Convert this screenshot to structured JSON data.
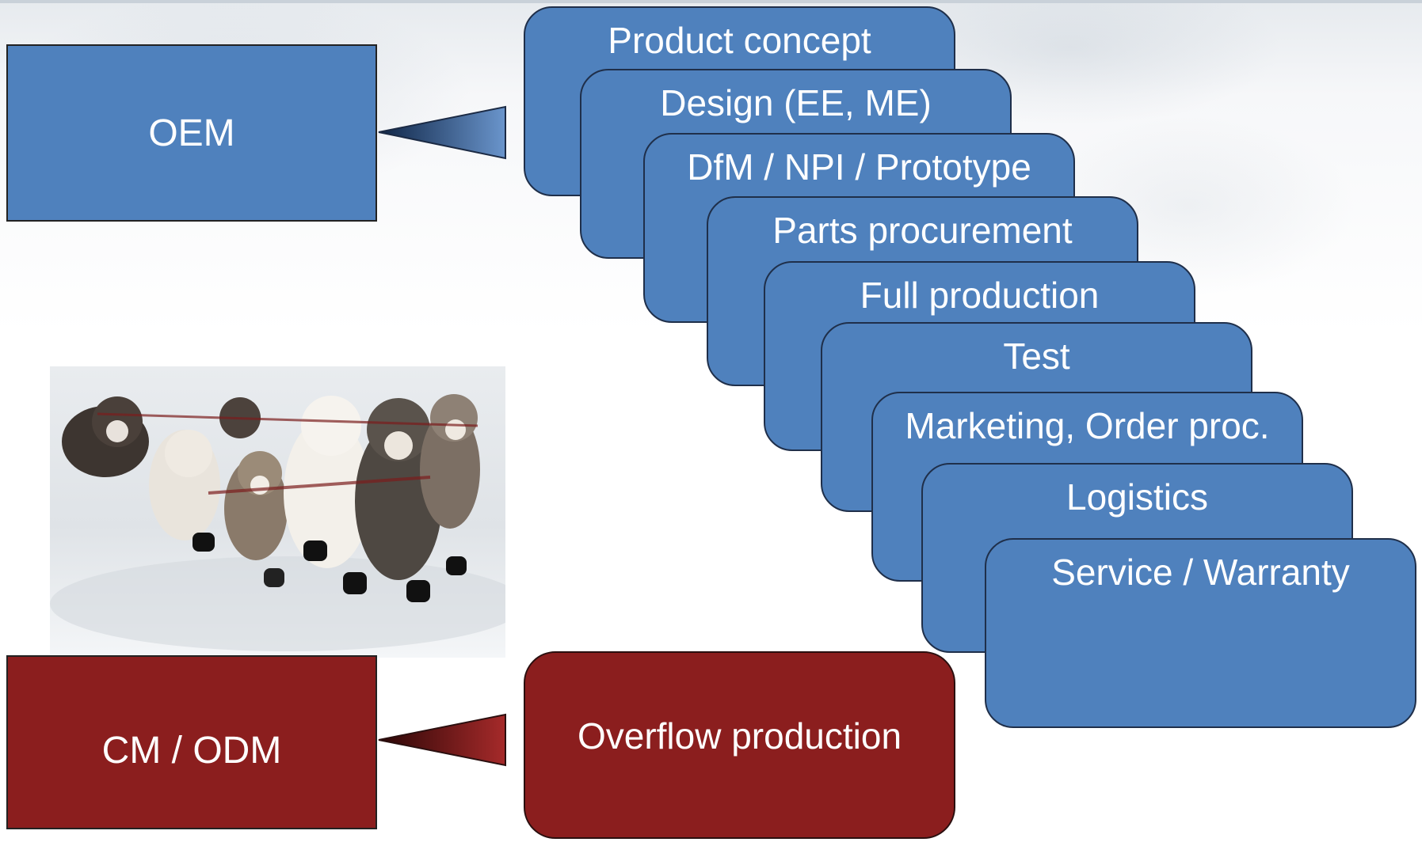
{
  "oem": {
    "label": "OEM"
  },
  "cm": {
    "label": "CM / ODM"
  },
  "steps": [
    {
      "label": "Product concept"
    },
    {
      "label": "Design (EE, ME)"
    },
    {
      "label": "DfM / NPI / Prototype"
    },
    {
      "label": "Parts procurement"
    },
    {
      "label": "Full production"
    },
    {
      "label": "Test"
    },
    {
      "label": "Marketing, Order proc."
    },
    {
      "label": "Logistics"
    },
    {
      "label": "Service / Warranty"
    }
  ],
  "overflow": {
    "label": "Overflow production"
  },
  "colors": {
    "oem_blue": "#4f81bd",
    "cm_red": "#8b1e1e"
  }
}
